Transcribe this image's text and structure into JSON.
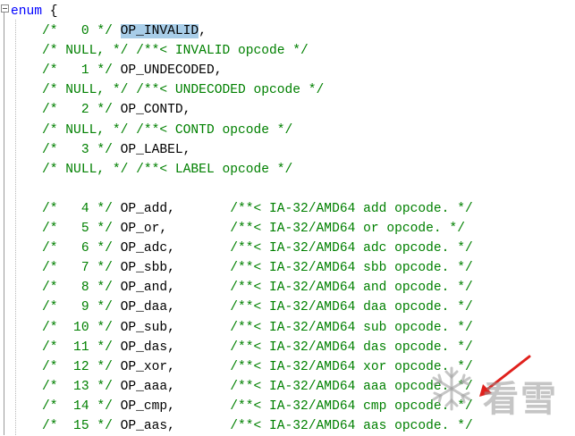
{
  "editor": {
    "lines": [
      [
        {
          "c": "kw",
          "t": "enum"
        },
        {
          "c": "tx",
          "t": " {"
        }
      ],
      [
        {
          "c": "tx",
          "t": "    "
        },
        {
          "c": "cm",
          "t": "/*   0 */ "
        },
        {
          "c": "sel",
          "t": "OP_INVALID"
        },
        {
          "c": "tx",
          "t": ","
        }
      ],
      [
        {
          "c": "tx",
          "t": "    "
        },
        {
          "c": "cm",
          "t": "/* NULL, */ /**< INVALID opcode */"
        }
      ],
      [
        {
          "c": "tx",
          "t": "    "
        },
        {
          "c": "cm",
          "t": "/*   1 */ "
        },
        {
          "c": "tx",
          "t": "OP_UNDECODED,"
        }
      ],
      [
        {
          "c": "tx",
          "t": "    "
        },
        {
          "c": "cm",
          "t": "/* NULL, */ /**< UNDECODED opcode */"
        }
      ],
      [
        {
          "c": "tx",
          "t": "    "
        },
        {
          "c": "cm",
          "t": "/*   2 */ "
        },
        {
          "c": "tx",
          "t": "OP_CONTD,"
        }
      ],
      [
        {
          "c": "tx",
          "t": "    "
        },
        {
          "c": "cm",
          "t": "/* NULL, */ /**< CONTD opcode */"
        }
      ],
      [
        {
          "c": "tx",
          "t": "    "
        },
        {
          "c": "cm",
          "t": "/*   3 */ "
        },
        {
          "c": "tx",
          "t": "OP_LABEL,"
        }
      ],
      [
        {
          "c": "tx",
          "t": "    "
        },
        {
          "c": "cm",
          "t": "/* NULL, */ /**< LABEL opcode */"
        }
      ],
      [
        {
          "c": "tx",
          "t": " "
        }
      ],
      [
        {
          "c": "tx",
          "t": "    "
        },
        {
          "c": "cm",
          "t": "/*   4 */ "
        },
        {
          "c": "tx",
          "t": "OP_add,       "
        },
        {
          "c": "cm",
          "t": "/**< IA-32/AMD64 add opcode. */"
        }
      ],
      [
        {
          "c": "tx",
          "t": "    "
        },
        {
          "c": "cm",
          "t": "/*   5 */ "
        },
        {
          "c": "tx",
          "t": "OP_or,        "
        },
        {
          "c": "cm",
          "t": "/**< IA-32/AMD64 or opcode. */"
        }
      ],
      [
        {
          "c": "tx",
          "t": "    "
        },
        {
          "c": "cm",
          "t": "/*   6 */ "
        },
        {
          "c": "tx",
          "t": "OP_adc,       "
        },
        {
          "c": "cm",
          "t": "/**< IA-32/AMD64 adc opcode. */"
        }
      ],
      [
        {
          "c": "tx",
          "t": "    "
        },
        {
          "c": "cm",
          "t": "/*   7 */ "
        },
        {
          "c": "tx",
          "t": "OP_sbb,       "
        },
        {
          "c": "cm",
          "t": "/**< IA-32/AMD64 sbb opcode. */"
        }
      ],
      [
        {
          "c": "tx",
          "t": "    "
        },
        {
          "c": "cm",
          "t": "/*   8 */ "
        },
        {
          "c": "tx",
          "t": "OP_and,       "
        },
        {
          "c": "cm",
          "t": "/**< IA-32/AMD64 and opcode. */"
        }
      ],
      [
        {
          "c": "tx",
          "t": "    "
        },
        {
          "c": "cm",
          "t": "/*   9 */ "
        },
        {
          "c": "tx",
          "t": "OP_daa,       "
        },
        {
          "c": "cm",
          "t": "/**< IA-32/AMD64 daa opcode. */"
        }
      ],
      [
        {
          "c": "tx",
          "t": "    "
        },
        {
          "c": "cm",
          "t": "/*  10 */ "
        },
        {
          "c": "tx",
          "t": "OP_sub,       "
        },
        {
          "c": "cm",
          "t": "/**< IA-32/AMD64 sub opcode. */"
        }
      ],
      [
        {
          "c": "tx",
          "t": "    "
        },
        {
          "c": "cm",
          "t": "/*  11 */ "
        },
        {
          "c": "tx",
          "t": "OP_das,       "
        },
        {
          "c": "cm",
          "t": "/**< IA-32/AMD64 das opcode. */"
        }
      ],
      [
        {
          "c": "tx",
          "t": "    "
        },
        {
          "c": "cm",
          "t": "/*  12 */ "
        },
        {
          "c": "tx",
          "t": "OP_xor,       "
        },
        {
          "c": "cm",
          "t": "/**< IA-32/AMD64 xor opcode. */"
        }
      ],
      [
        {
          "c": "tx",
          "t": "    "
        },
        {
          "c": "cm",
          "t": "/*  13 */ "
        },
        {
          "c": "tx",
          "t": "OP_aaa,       "
        },
        {
          "c": "cm",
          "t": "/**< IA-32/AMD64 aaa opcode. */"
        }
      ],
      [
        {
          "c": "tx",
          "t": "    "
        },
        {
          "c": "cm",
          "t": "/*  14 */ "
        },
        {
          "c": "tx",
          "t": "OP_cmp,       "
        },
        {
          "c": "cm",
          "t": "/**< IA-32/AMD64 cmp opcode. */"
        }
      ],
      [
        {
          "c": "tx",
          "t": "    "
        },
        {
          "c": "cm",
          "t": "/*  15 */ "
        },
        {
          "c": "tx",
          "t": "OP_aas,       "
        },
        {
          "c": "cm",
          "t": "/**< IA-32/AMD64 aas opcode. */"
        }
      ]
    ]
  },
  "watermark": {
    "text": "看雪",
    "icon": "snowflake-icon"
  },
  "colors": {
    "keyword": "#0000ff",
    "comment": "#008000",
    "text": "#000000",
    "selection": "#a8cde8"
  }
}
